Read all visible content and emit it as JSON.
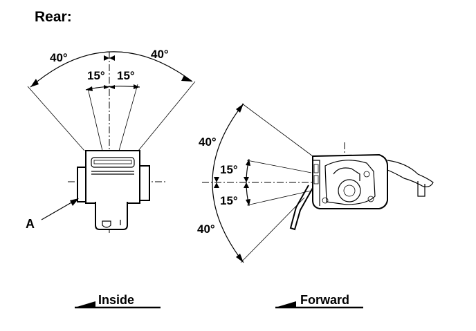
{
  "title": "Rear:",
  "rear_view": {
    "angle_outer_left": "40°",
    "angle_outer_right": "40°",
    "angle_inner_left": "15°",
    "angle_inner_right": "15°",
    "callout": "A"
  },
  "side_view": {
    "angle_outer_top": "40°",
    "angle_inner_top": "15°",
    "angle_inner_bottom": "15°",
    "angle_outer_bottom": "40°"
  },
  "direction_labels": {
    "left": "Inside",
    "right": "Forward"
  },
  "colors": {
    "line": "#000000",
    "background": "#ffffff"
  }
}
